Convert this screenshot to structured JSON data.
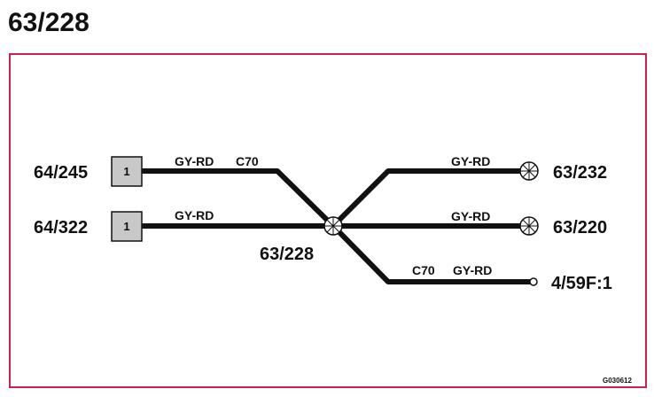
{
  "title": "63/228",
  "left_nodes": [
    {
      "label": "64/245",
      "connector": "1"
    },
    {
      "label": "64/322",
      "connector": "1"
    }
  ],
  "splice_label": "63/228",
  "right_nodes": [
    {
      "label": "63/232"
    },
    {
      "label": "63/220"
    },
    {
      "label": "4/59F:1"
    }
  ],
  "wires": [
    {
      "color": "GY-RD",
      "connector": "C70"
    },
    {
      "color": "GY-RD"
    },
    {
      "color": "GY-RD"
    },
    {
      "color": "GY-RD"
    },
    {
      "color": "GY-RD",
      "connector": "C70"
    }
  ],
  "figure_code": "G030612",
  "colors": {
    "frame": "#c8234f",
    "wire": "#111111",
    "connector_fill": "#c8c8c8"
  }
}
